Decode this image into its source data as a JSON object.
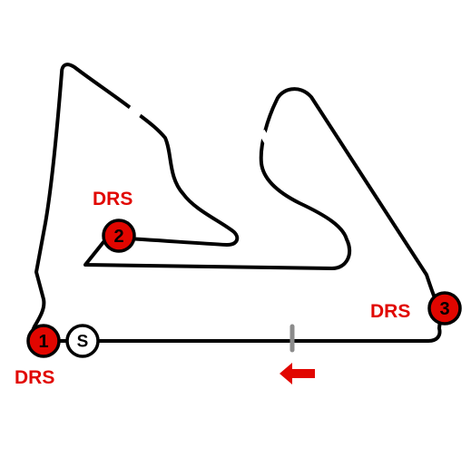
{
  "circuit": {
    "drs_zones": [
      {
        "number": "1",
        "label": "DRS"
      },
      {
        "number": "2",
        "label": "DRS"
      },
      {
        "number": "3",
        "label": "DRS"
      }
    ],
    "start_marker": "S",
    "direction": "left",
    "colors": {
      "track": "#000000",
      "drs": "#e10600",
      "finish_line": "#8c8c8c",
      "background": "#ffffff"
    }
  }
}
